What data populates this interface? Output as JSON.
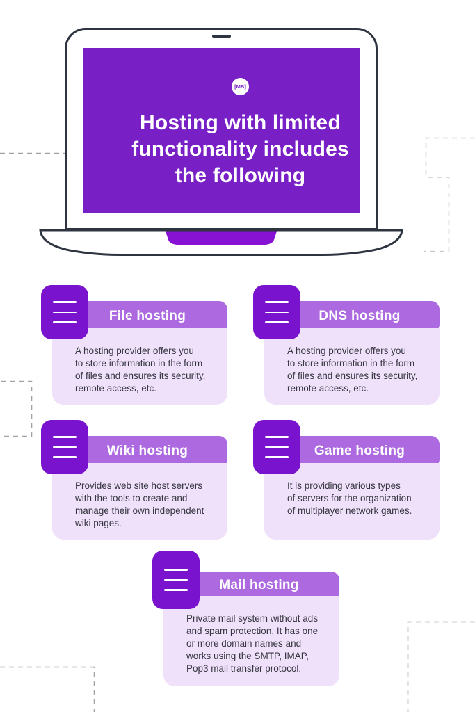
{
  "page": {
    "background": "#ffffff"
  },
  "colors": {
    "screen_purple": "#7820c6",
    "notch_purple": "#8812d4",
    "icon_purple": "#7a13cd",
    "header_purple": "#ad6ae0",
    "card_body_lavender": "#f0e1fb",
    "laptop_outline": "#2e3540",
    "body_text": "#35353f",
    "dash_gray": "#9fa3a9"
  },
  "laptop": {
    "logo_text": "[MB]",
    "title": "Hosting with limited\nfunctionality includes\nthe following"
  },
  "cards": [
    {
      "title": "File hosting",
      "body": "A hosting provider offers you\nto store information in the form\nof files and ensures its security,\nremote access, etc."
    },
    {
      "title": "DNS hosting",
      "body": "A hosting provider offers you\nto store information in the form\nof files and ensures its security,\nremote access, etc."
    },
    {
      "title": "Wiki hosting",
      "body": "Provides web site host servers\nwith the tools to create and\nmanage their own independent\nwiki pages."
    },
    {
      "title": "Game hosting",
      "body": "It is providing various types\nof servers for the organization\nof multiplayer network games."
    },
    {
      "title": "Mail hosting",
      "body": "Private mail system without ads\nand spam protection. It has one\nor more domain names and\nworks using the SMTP, IMAP,\nPop3 mail transfer protocol."
    }
  ]
}
